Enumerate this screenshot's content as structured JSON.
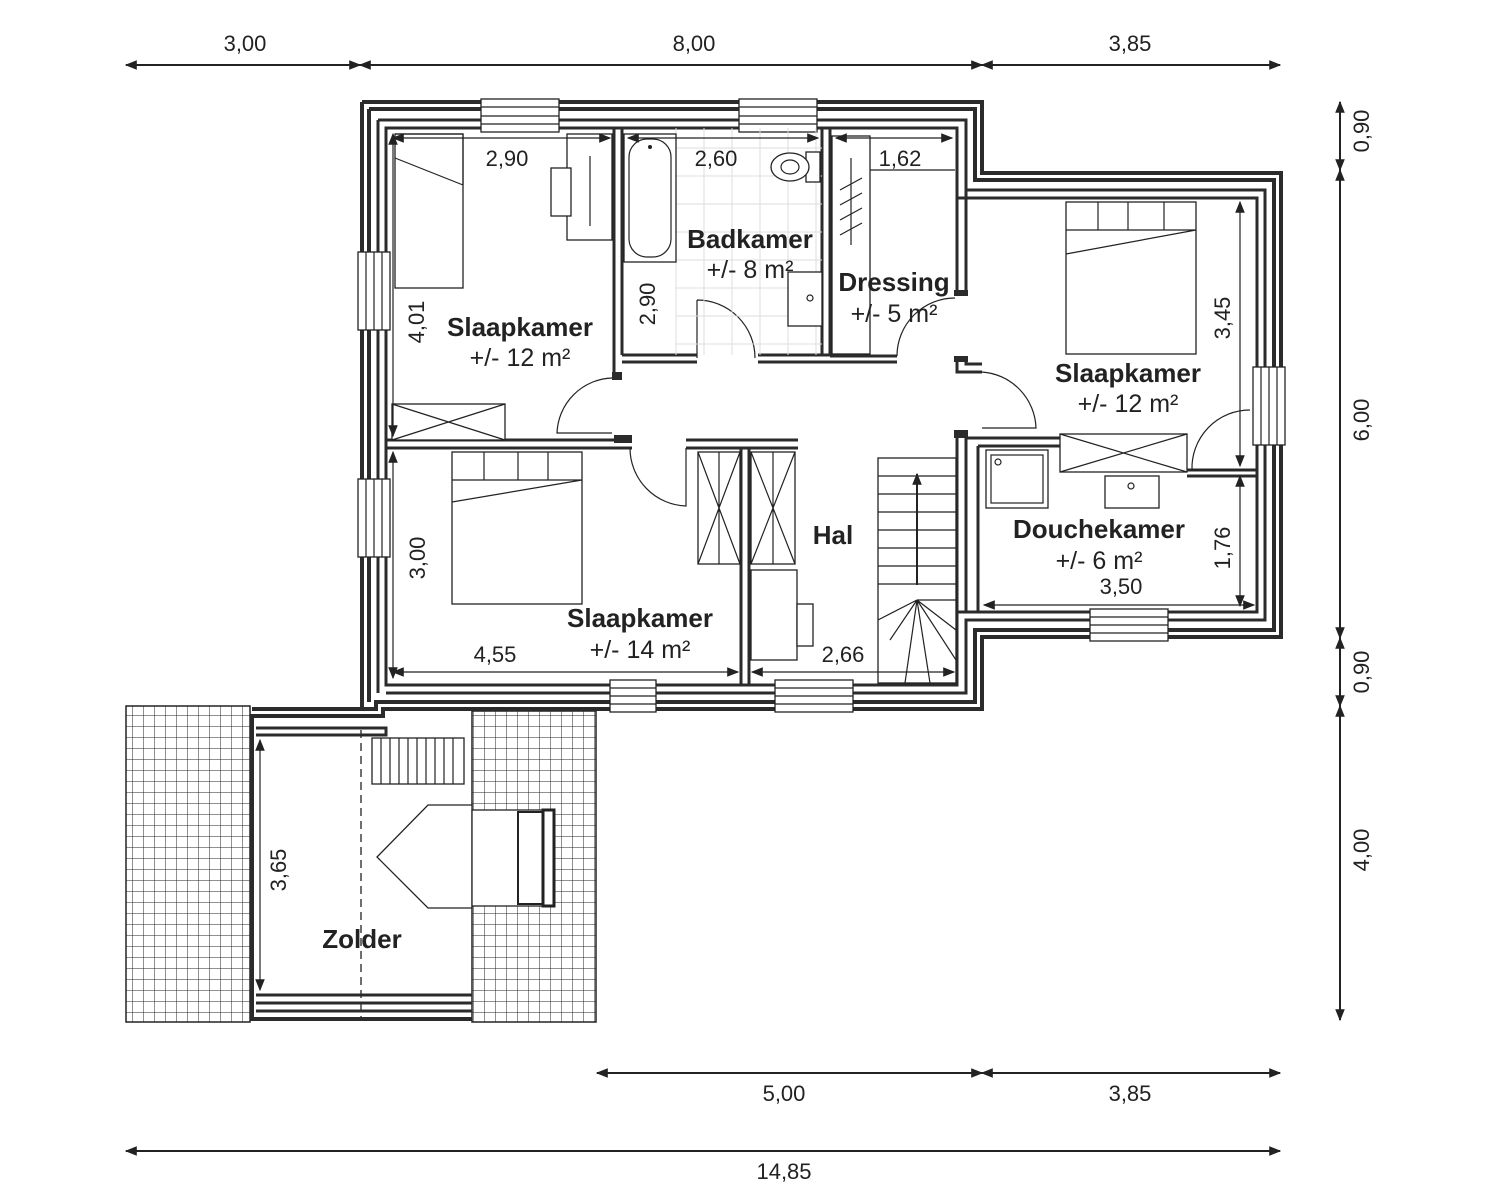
{
  "rooms": {
    "slaapkamer_nw": {
      "name": "Slaapkamer",
      "area": "+/- 12 m²"
    },
    "badkamer": {
      "name": "Badkamer",
      "area": "+/- 8 m²"
    },
    "dressing": {
      "name": "Dressing",
      "area": "+/- 5 m²"
    },
    "slaapkamer_e": {
      "name": "Slaapkamer",
      "area": "+/- 12 m²"
    },
    "slaapkamer_sw": {
      "name": "Slaapkamer",
      "area": "+/- 14 m²"
    },
    "hal": {
      "name": "Hal"
    },
    "douchekamer": {
      "name": "Douchekamer",
      "area": "+/- 6 m²"
    },
    "zolder": {
      "name": "Zolder"
    }
  },
  "dimensions": {
    "top_1": "3,00",
    "top_2": "8,00",
    "top_3": "3,85",
    "right_1": "0,90",
    "right_2": "6,00",
    "right_3": "0,90",
    "right_4": "4,00",
    "bottom_1": "5,00",
    "bottom_2": "3,85",
    "bottom_total": "14,85",
    "slaapkamer_nw_width": "2,90",
    "slaapkamer_nw_depth": "4,01",
    "badkamer_width": "2,60",
    "badkamer_depth": "2,90",
    "dressing_width": "1,62",
    "slaapkamer_e_depth": "3,45",
    "douchekamer_depth": "1,76",
    "douchekamer_width": "3,50",
    "slaapkamer_sw_depth": "3,00",
    "slaapkamer_sw_width": "4,55",
    "hal_width": "2,66",
    "zolder_depth": "3,65"
  },
  "colors": {
    "line": "#222222",
    "wall": "#2b2b2b",
    "background": "#ffffff"
  }
}
